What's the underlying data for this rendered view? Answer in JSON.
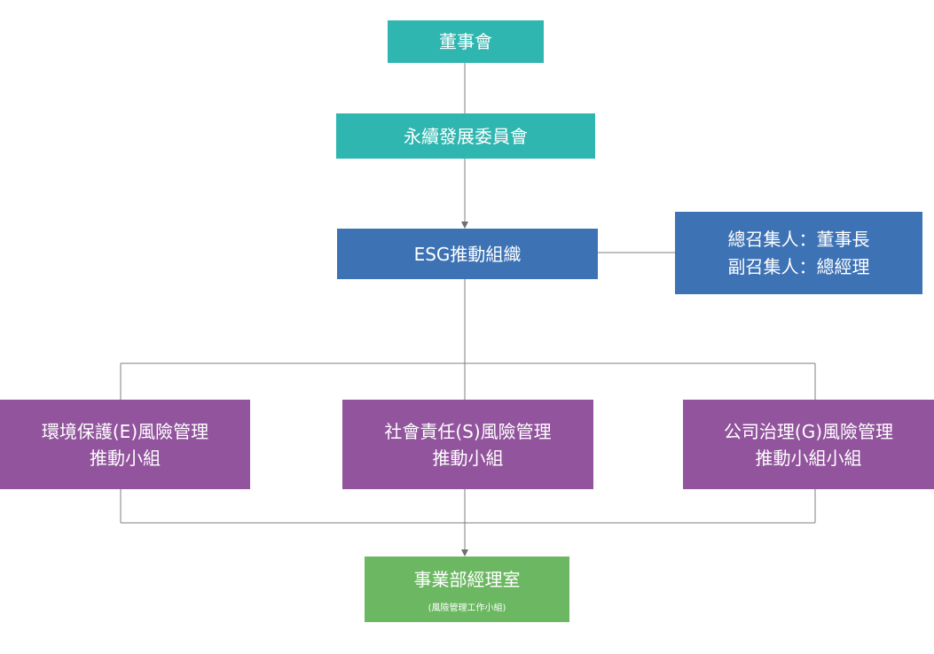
{
  "diagram": {
    "board": "董事會",
    "committee": "永續發展委員會",
    "esg_org": "ESG推動組織",
    "conveners": {
      "line1": "總召集人：董事長",
      "line2": "副召集人：總經理"
    },
    "groups": {
      "environment": {
        "line1": "環境保護(E)風險管理",
        "line2": "推動小組"
      },
      "social": {
        "line1": "社會責任(S)風險管理",
        "line2": "推動小組"
      },
      "governance": {
        "line1": "公司治理(G)風險管理",
        "line2": "推動小組小組"
      }
    },
    "office": {
      "title": "事業部經理室",
      "subtitle": "(風險管理工作小組)"
    },
    "colors": {
      "teal": "#2fb6b0",
      "blue": "#3d72b5",
      "purple": "#92559d",
      "green": "#6cb862",
      "connector": "#7f7f7f"
    }
  }
}
